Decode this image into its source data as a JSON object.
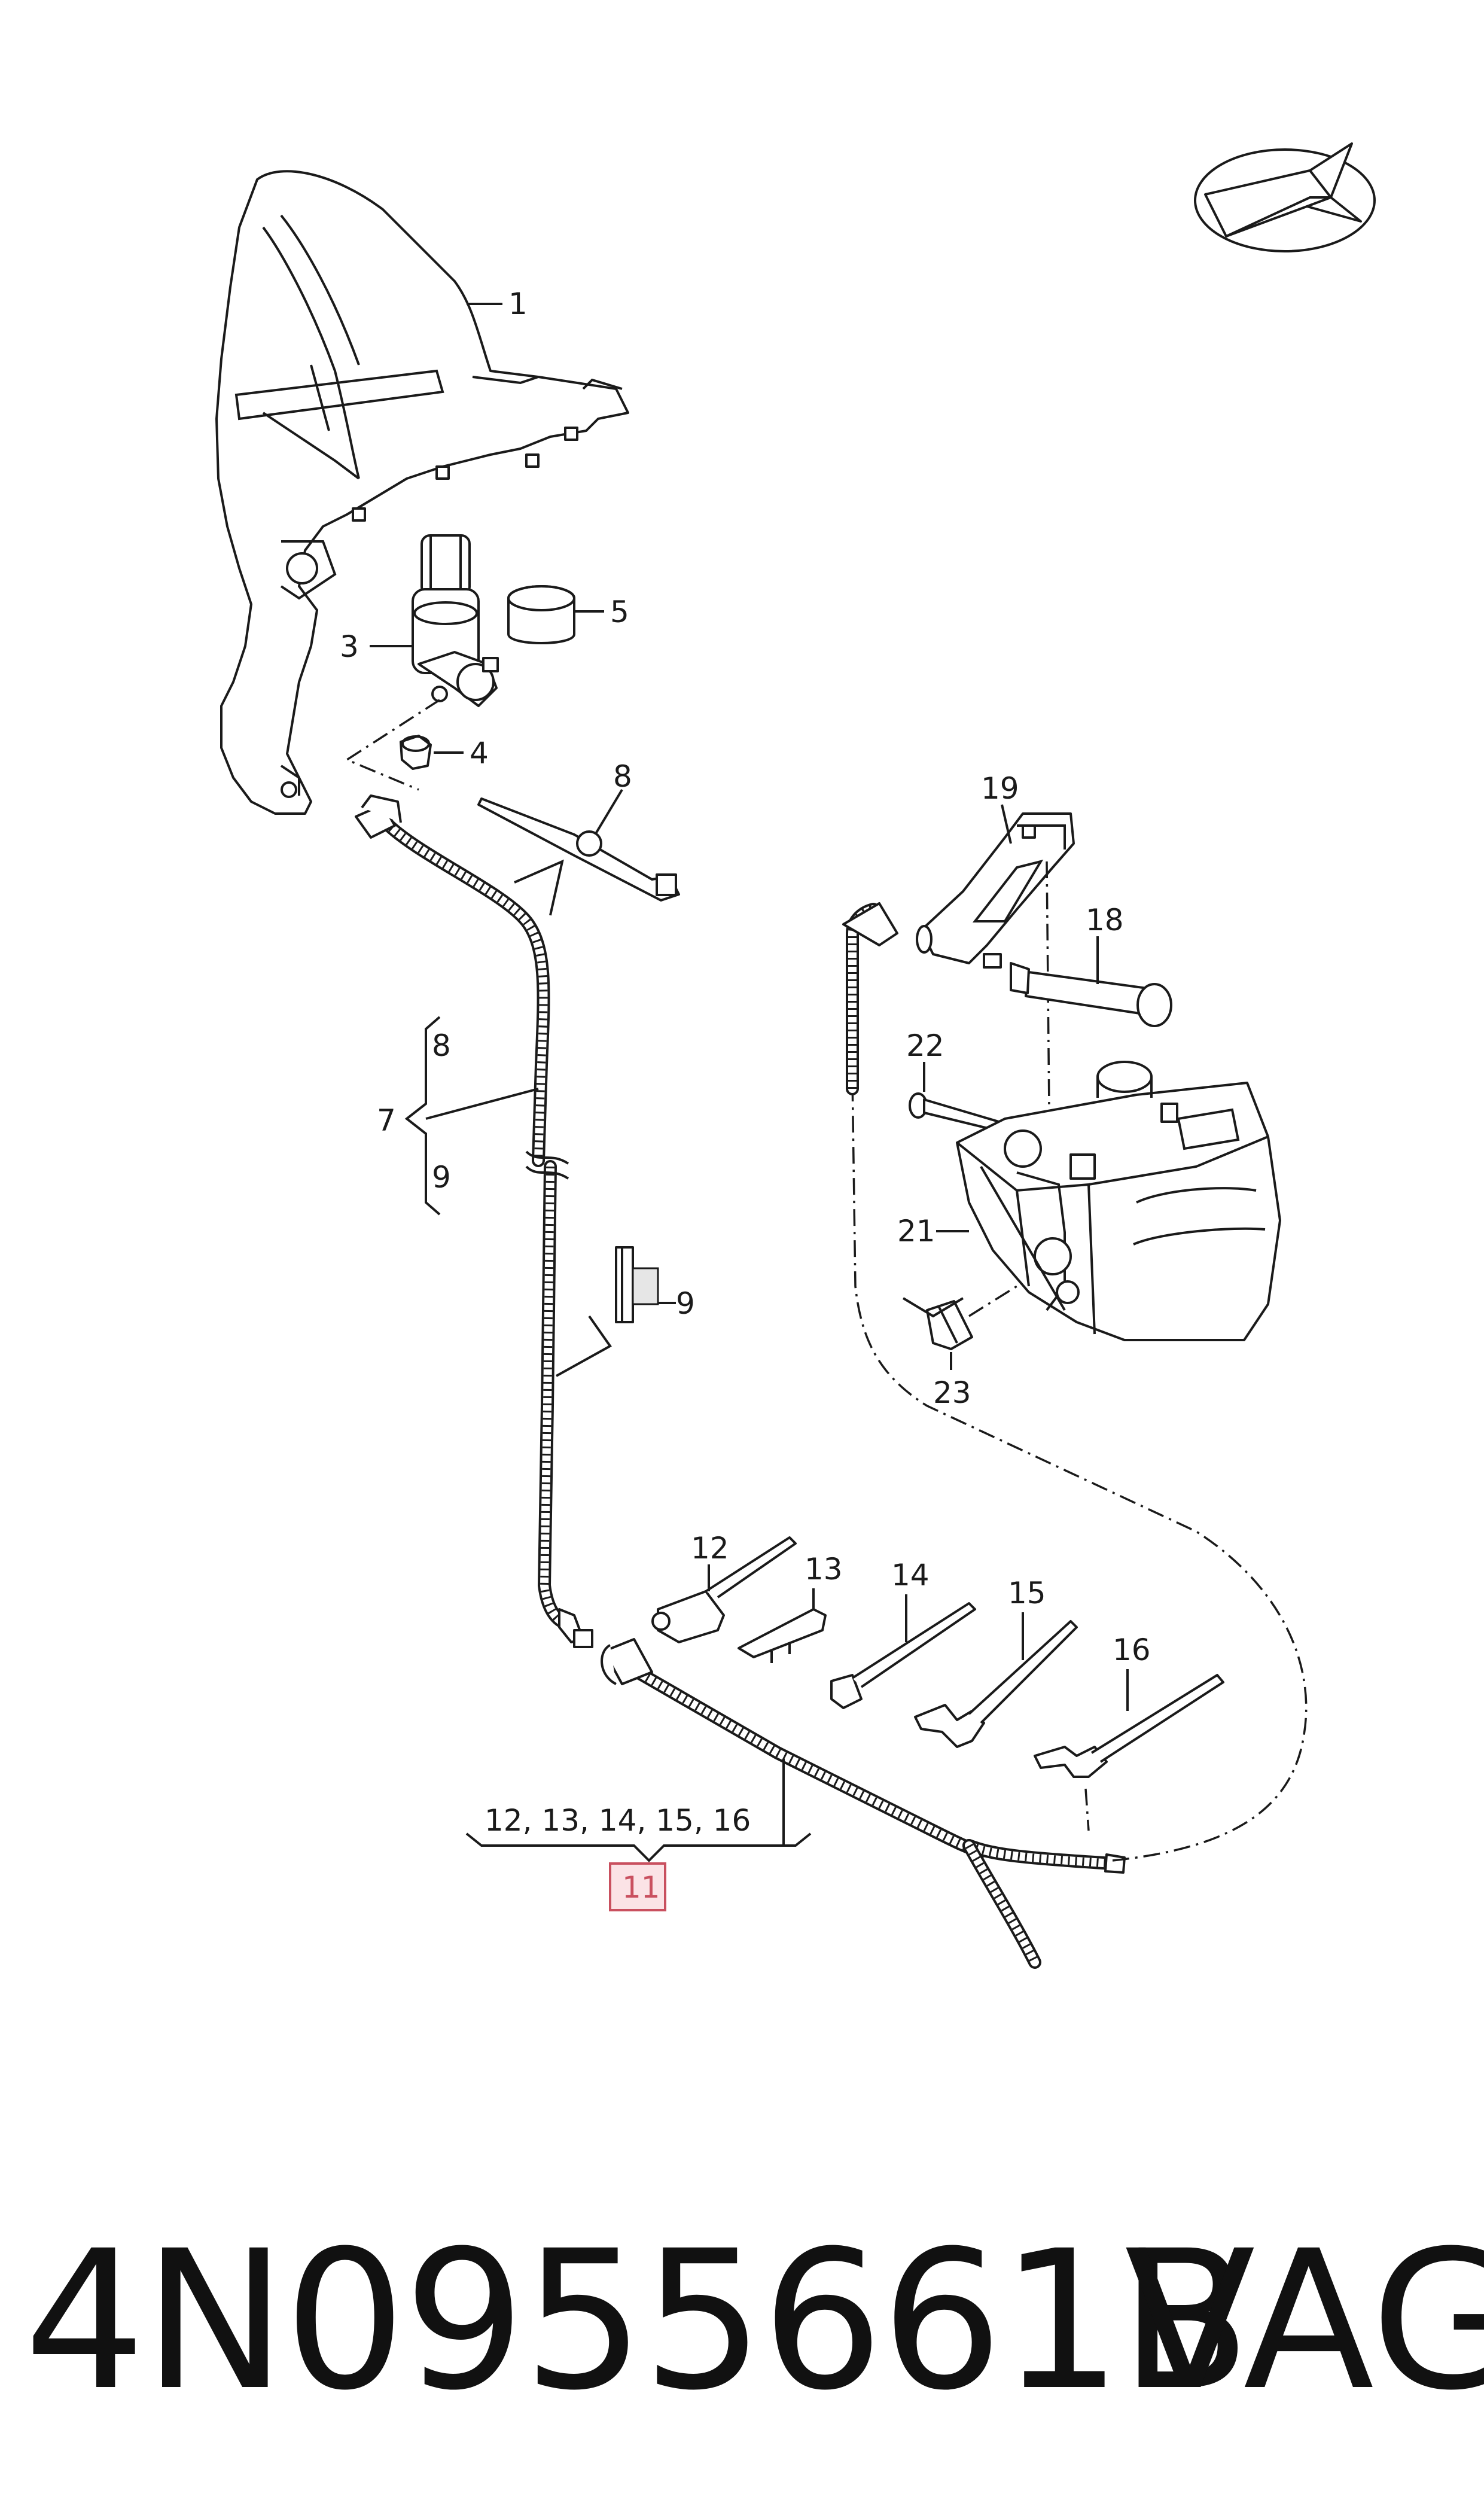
{
  "callouts": {
    "c1": "1",
    "c3": "3",
    "c4": "4",
    "c5": "5",
    "c8a": "8",
    "c8b": "8",
    "c7": "7",
    "c9a": "9",
    "c9b": "9",
    "c12": "12",
    "c13": "13",
    "c14": "14",
    "c15": "15",
    "c16": "16",
    "c18": "18",
    "c19": "19",
    "c21": "21",
    "c22": "22",
    "c23": "23",
    "group_list": "12, 13, 14, 15, 16",
    "c11": "11"
  },
  "footer": {
    "part_number": "4N0955661B",
    "brand": "VAG"
  },
  "icons": {
    "compass": "compass-rose-icon"
  },
  "colors": {
    "line": "#1a1a1a",
    "highlight_fill": "#fbe3e6",
    "highlight_border": "#c9505f"
  }
}
